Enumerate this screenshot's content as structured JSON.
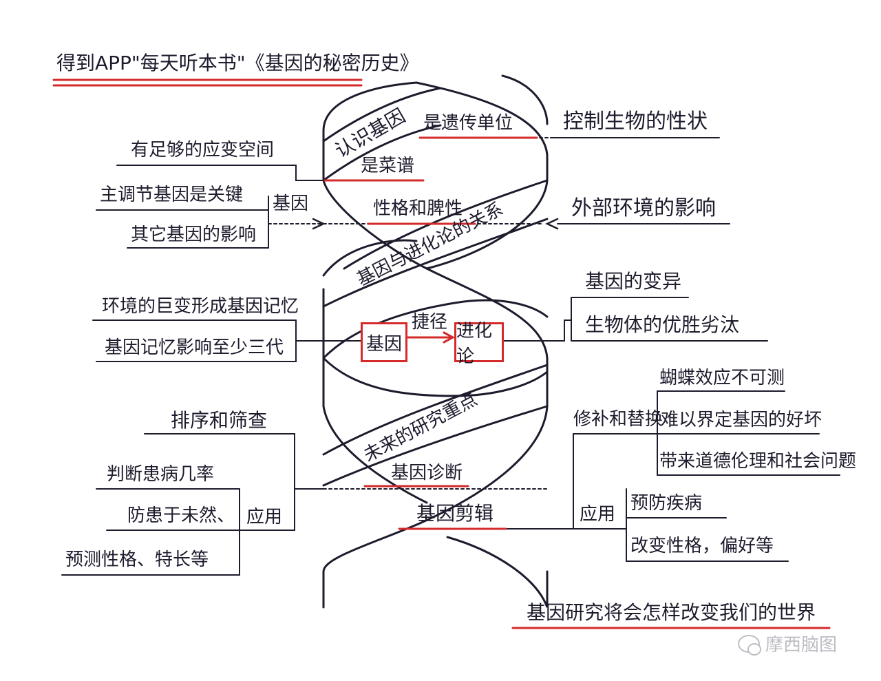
{
  "title": "得到APP\"每天听本书\"《基因的秘密历史》",
  "helix": {
    "band1": "认识基因",
    "band2": "基因与进化论的关系",
    "band3": "未来的研究重点"
  },
  "section1": {
    "center": [
      "是遗传单位",
      "是菜谱",
      "性格和脾性"
    ],
    "right_top": "控制生物的性状",
    "right_mid": "外部环境的影响",
    "left": [
      "有足够的应变空间",
      "主调节基因是关键",
      "其它基因的影响"
    ],
    "left_label": "基因"
  },
  "section2": {
    "box_left": "基因",
    "box_right": "进化论",
    "arrow_label": "捷径",
    "left": [
      "环境的巨变形成基因记忆",
      "基因记忆影响至少三代"
    ],
    "right": [
      "基因的变异",
      "生物体的优胜劣汰"
    ]
  },
  "section3": {
    "center": [
      "基因诊断",
      "基因剪辑"
    ],
    "left_top": "排序和筛查",
    "left_label": "应用",
    "left": [
      "判断患病几率",
      "防患于未然、",
      "预测性格、特长等"
    ],
    "right_label_top": "修补和替换",
    "right_top": [
      "蝴蝶效应不可测",
      "难以界定基因的好坏",
      "带来道德伦理和社会问题"
    ],
    "right_label_bottom": "应用",
    "right_bottom": [
      "预防疾病",
      "改变性格，偏好等"
    ]
  },
  "footer": "基因研究将会怎样改变我们的世界",
  "watermark": "摩西脑图",
  "colors": {
    "ink": "#1d1b2c",
    "red": "#d42a2a",
    "grey": "#bdbdc4"
  }
}
